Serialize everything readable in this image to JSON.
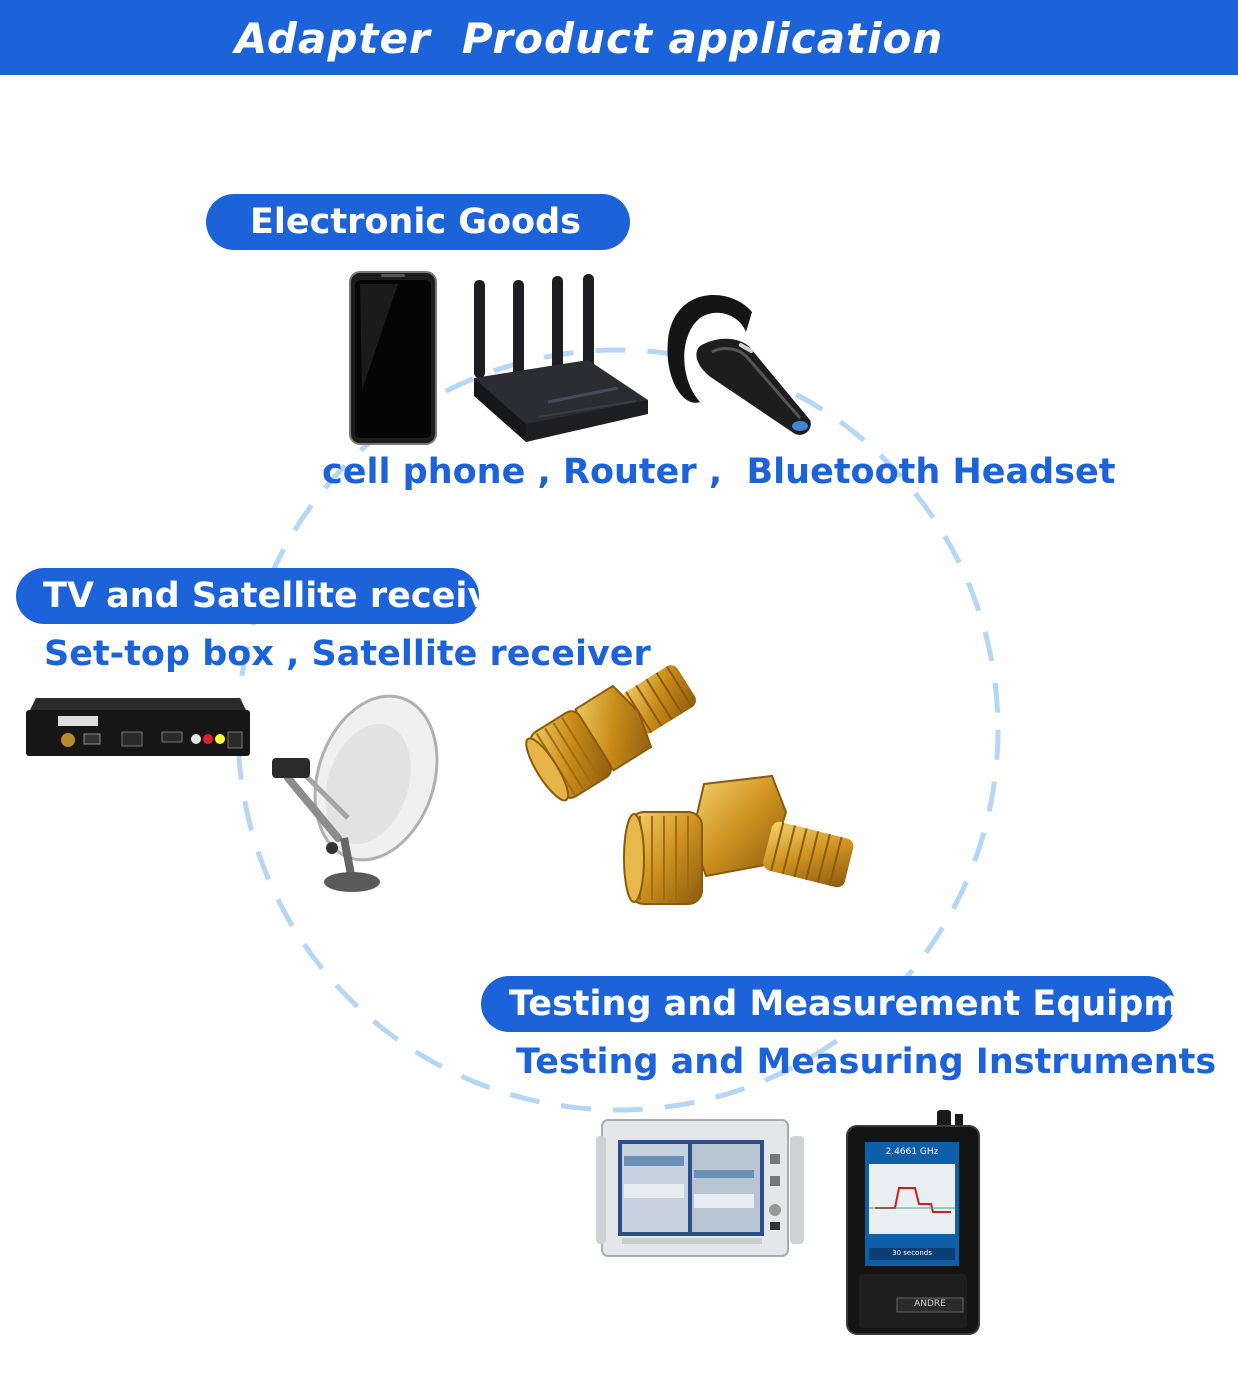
{
  "header": {
    "title": "Adapter  Product application"
  },
  "sections": {
    "electronic": {
      "pill": "Electronic Goods",
      "items": "cell phone , Router ,  Bluetooth Headset",
      "icons": [
        "phone-icon",
        "router-icon",
        "headset-icon"
      ]
    },
    "tv": {
      "pill": "TV and Satellite receiver",
      "items": "Set-top box , Satellite receiver",
      "icons": [
        "set-top-box-icon",
        "satellite-dish-icon"
      ]
    },
    "testing": {
      "pill": "Testing and Measurement Equipment",
      "items": "Testing and Measuring Instruments",
      "icons": [
        "signal-analyzer-icon",
        "handheld-detector-icon"
      ]
    }
  },
  "center": {
    "icons": [
      "sma-adapter-straight-icon",
      "sma-adapter-right-angle-icon"
    ]
  },
  "instrument_screen": {
    "frequency": "2.4661 GHz",
    "duration": "30 seconds"
  },
  "handheld_brand": "ANDRE",
  "colors": {
    "brand_blue": "#1c63d9",
    "ring_blue": "#b5d6f4",
    "gold": "#d6a22a"
  }
}
